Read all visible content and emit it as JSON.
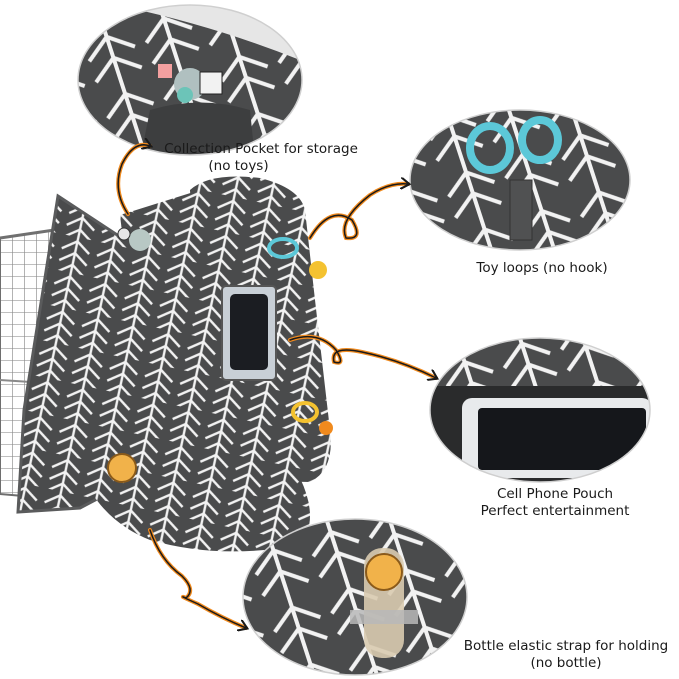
{
  "captions": {
    "collection_pocket": {
      "line1": "Collection Pocket for storage",
      "line2": "(no toys)"
    },
    "toy_loops": {
      "line1": "Toy loops (no hook)"
    },
    "phone_pouch": {
      "line1": "Cell Phone Pouch",
      "line2": "Perfect entertainment"
    },
    "bottle_strap": {
      "line1": "Bottle elastic strap for holding",
      "line2": "(no bottle)"
    }
  },
  "colors": {
    "fabric": "#4a4b4c",
    "fabric_dark": "#3a3b3c",
    "herringbone": "#f2f2f2",
    "arrow": "#f08a1e",
    "toy_ring": "#5cc8d8",
    "toy_yellow": "#f4c230",
    "cart_metal": "#8a8a8a"
  }
}
